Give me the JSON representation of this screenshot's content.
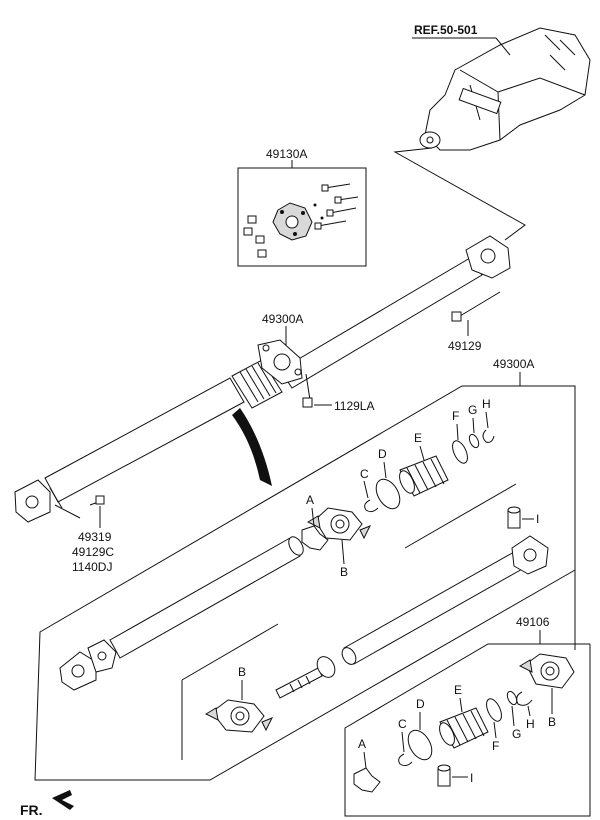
{
  "reference": {
    "label": "REF.50-501"
  },
  "direction": {
    "label": "FR."
  },
  "callouts": {
    "coupling_kit": "49130A",
    "shaft_assy_upper": "49300A",
    "shaft_assy_kit": "49300A",
    "bolt_front": "49129",
    "bolt_center_bearing": "1129LA",
    "rear_parts_1": "49319",
    "rear_parts_2": "49129C",
    "rear_parts_3": "1140DJ",
    "joint_kit": "49106"
  },
  "letters": {
    "A": "A",
    "B": "B",
    "C": "C",
    "D": "D",
    "E": "E",
    "F": "F",
    "G": "G",
    "H": "H",
    "I": "I"
  }
}
